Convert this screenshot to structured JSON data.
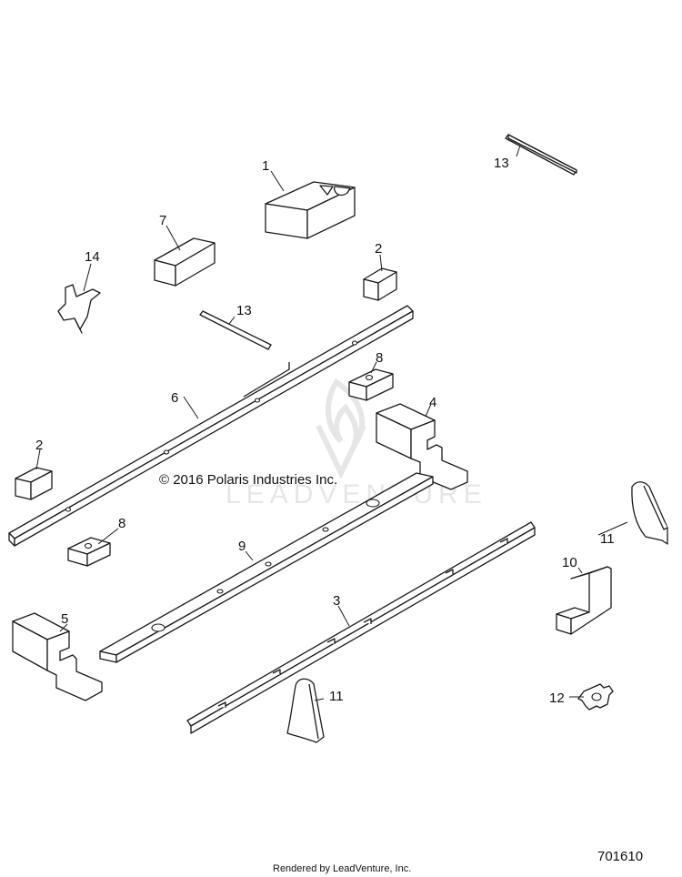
{
  "diagram": {
    "callouts": {
      "c1": "1",
      "c2a": "2",
      "c2b": "2",
      "c3": "3",
      "c4": "4",
      "c5": "5",
      "c6": "6",
      "c7": "7",
      "c8a": "8",
      "c8b": "8",
      "c9": "9",
      "c10": "10",
      "c11a": "11",
      "c11b": "11",
      "c12": "12",
      "c13a": "13",
      "c13b": "13",
      "c14": "14"
    },
    "copyright": "© 2016 Polaris Industries Inc.",
    "watermark": "LEADVENTURE",
    "drawing_number": "701610",
    "footer": "Rendered by LeadVenture, Inc."
  }
}
